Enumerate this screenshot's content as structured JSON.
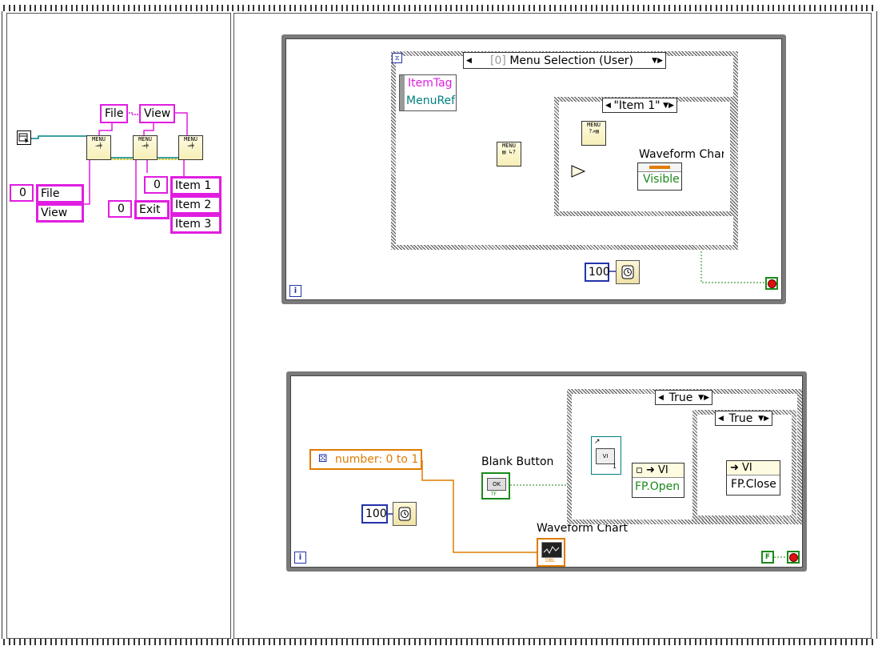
{
  "init_frame": {
    "menu_strings_top": [
      "File",
      "View"
    ],
    "file_menu_index": "0",
    "file_menu_items": [
      "File",
      "View"
    ],
    "exit_index": "0",
    "exit_label": "Exit",
    "view_menu_index": "0",
    "view_menu_items": [
      "Item 1",
      "Item 2",
      "Item 3"
    ],
    "node_label": "MENU"
  },
  "event_loop": {
    "event_case": "[0] Menu Selection (User)",
    "event_case_index_prefix": "[0]",
    "event_case_name": "Menu Selection (User)",
    "data_items": [
      "ItemTag",
      "MenuRef"
    ],
    "inner_case": "\"Item 1\"",
    "property_node_title": "Waveform Chart",
    "property_node_prop": "Visible",
    "wait_ms": "100",
    "iteration_label": "i"
  },
  "lower_loop": {
    "outer_case": "True",
    "inner_case": "True",
    "random_label": "number: 0 to 1",
    "blank_button_label": "Blank Button",
    "blank_button_text": "OK",
    "fp_open": "FP.Open",
    "fp_close": "FP.Close",
    "vi_label": "VI",
    "chart_label": "Waveform Chart",
    "chart_type": "DBL",
    "wait_ms": "100",
    "false_const": "F",
    "iteration_label": "i"
  },
  "colors": {
    "string_wire": "#e01ee0",
    "ref_wire": "#008080",
    "bool_wire": "#1a8a1a",
    "numeric_orange": "#e07b00",
    "int_blue": "#2233aa"
  }
}
